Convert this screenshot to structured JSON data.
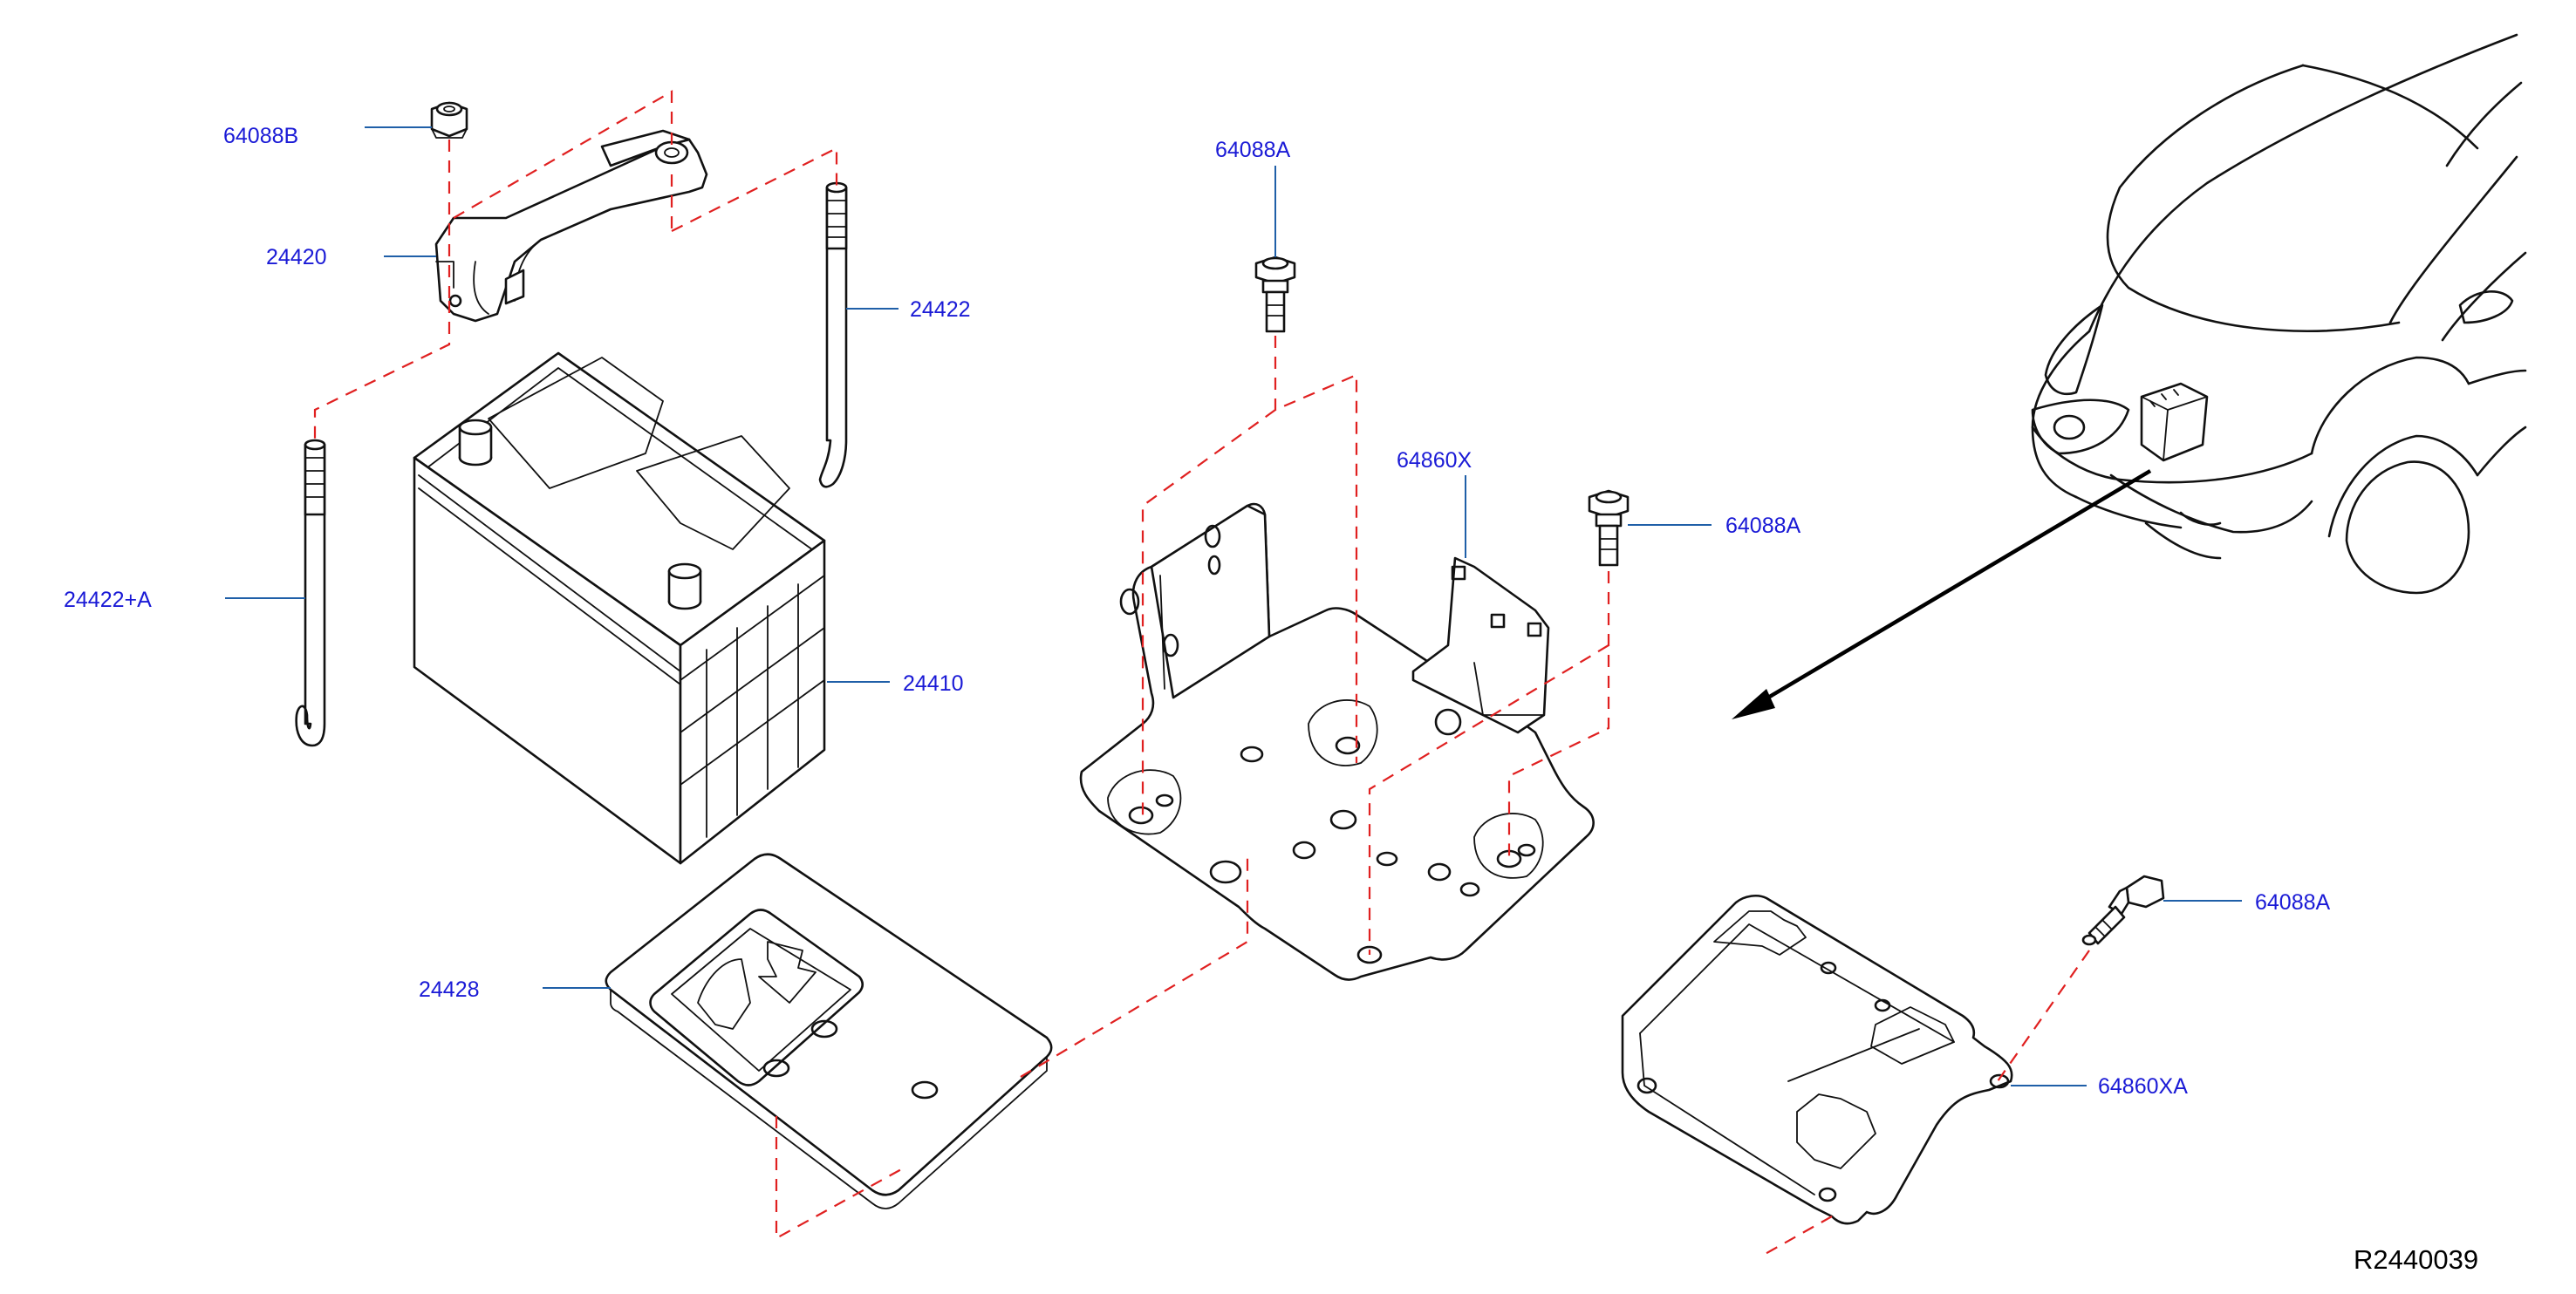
{
  "diagram": {
    "reference_code": "R2440039",
    "callouts": [
      {
        "id": "64088B",
        "label": "64088B"
      },
      {
        "id": "24420",
        "label": "24420"
      },
      {
        "id": "24422",
        "label": "24422"
      },
      {
        "id": "24422_A",
        "label": "24422+A"
      },
      {
        "id": "24410",
        "label": "24410"
      },
      {
        "id": "24428",
        "label": "24428"
      },
      {
        "id": "64088A_top",
        "label": "64088A"
      },
      {
        "id": "64860X",
        "label": "64860X"
      },
      {
        "id": "64088A_mid",
        "label": "64088A"
      },
      {
        "id": "64088A_low",
        "label": "64088A"
      },
      {
        "id": "64860XA",
        "label": "64860XA"
      }
    ]
  }
}
